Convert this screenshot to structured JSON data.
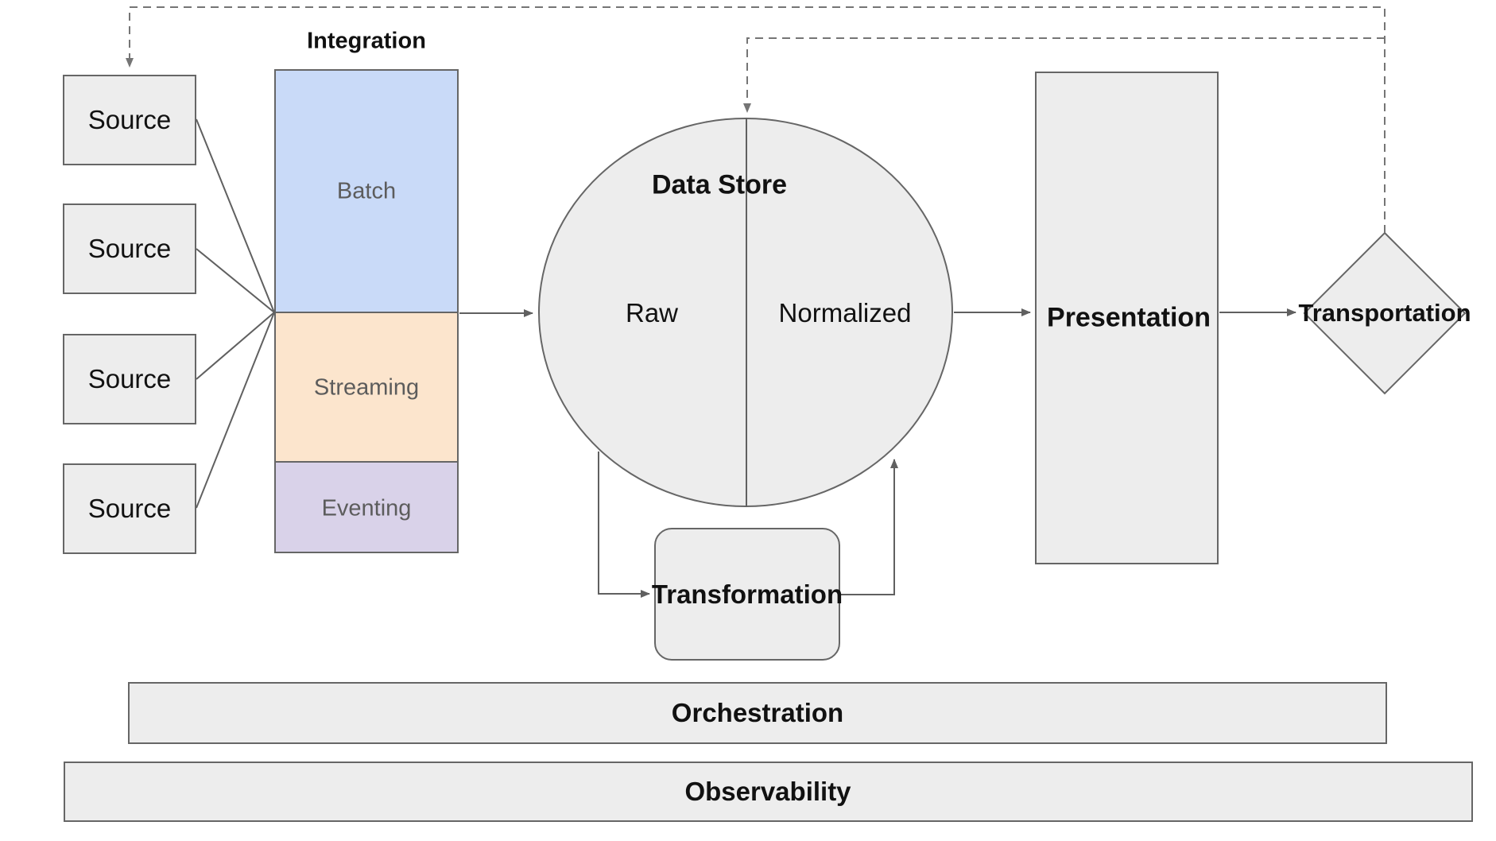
{
  "colors": {
    "batch": "#c9daf8",
    "streaming": "#fce5cd",
    "eventing": "#d9d2e9",
    "node-fill": "#ededed",
    "border": "#666666",
    "line": "#606060",
    "dashed": "#757575",
    "muted": "#5c5c5c",
    "text": "#111111"
  },
  "sources": {
    "items": [
      {
        "label": "Source"
      },
      {
        "label": "Source"
      },
      {
        "label": "Source"
      },
      {
        "label": "Source"
      }
    ]
  },
  "integration": {
    "title": "Integration",
    "batch": "Batch",
    "streaming": "Streaming",
    "eventing": "Eventing"
  },
  "data_store": {
    "title": "Data Store",
    "raw": "Raw",
    "normalized": "Normalized"
  },
  "presentation": {
    "label": "Presentation"
  },
  "transportation": {
    "label": "Transportation"
  },
  "transformation": {
    "label": "Transformation"
  },
  "orchestration": {
    "label": "Orchestration"
  },
  "observability": {
    "label": "Observability"
  }
}
